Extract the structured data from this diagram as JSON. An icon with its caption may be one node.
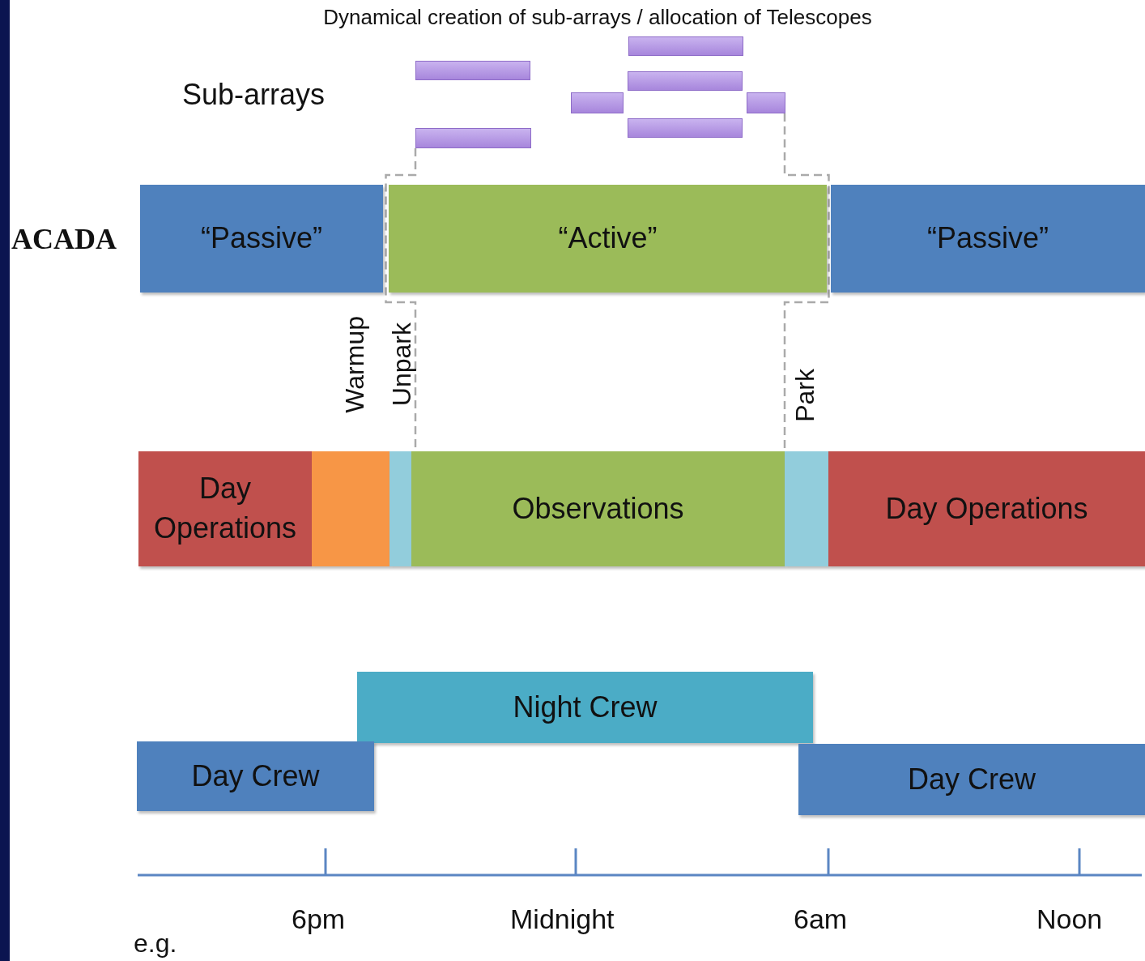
{
  "diagram": {
    "title": "Dynamical creation of sub-arrays / allocation of Telescopes",
    "nodes": [
      {
        "text": [],
        "shape": "bar"
      },
      {
        "text": [],
        "shape": "bar"
      },
      {
        "text": [],
        "shape": "bar"
      },
      {
        "text": [],
        "shape": "bar"
      },
      {
        "text": [],
        "shape": "bar"
      },
      {
        "text": [],
        "shape": "bar"
      },
      {
        "text": [],
        "shape": "bar"
      },
      {
        "text": [
          "“Passive”"
        ]
      },
      {
        "text": [
          "“Active”"
        ]
      },
      {
        "text": [
          "“Passive”"
        ]
      },
      {
        "text": [
          "Day Operations"
        ]
      },
      {
        "text": [],
        "shape": "bar",
        "beside": [
          "Warmup"
        ]
      },
      {
        "text": [],
        "shape": "bar",
        "beside": [
          "Unpark"
        ]
      },
      {
        "text": [
          "Observations"
        ]
      },
      {
        "text": [],
        "shape": "bar",
        "beside": [
          "Park"
        ]
      },
      {
        "text": [
          "Day Operations"
        ]
      },
      {
        "text": [
          "Night Crew"
        ]
      },
      {
        "text": [
          "Day Crew"
        ]
      },
      {
        "text": [
          "Day Crew"
        ]
      }
    ],
    "edges": [
      {
        "from": 6,
        "to": 13,
        "arrow": "none",
        "style": "dashed"
      },
      {
        "from": 4,
        "to": 14,
        "arrow": "none",
        "style": "dashed"
      }
    ],
    "labels": [
      "Sub-arrays",
      "ACADA",
      "6pm",
      "Midnight",
      "6am",
      "Noon",
      "e.g."
    ]
  }
}
